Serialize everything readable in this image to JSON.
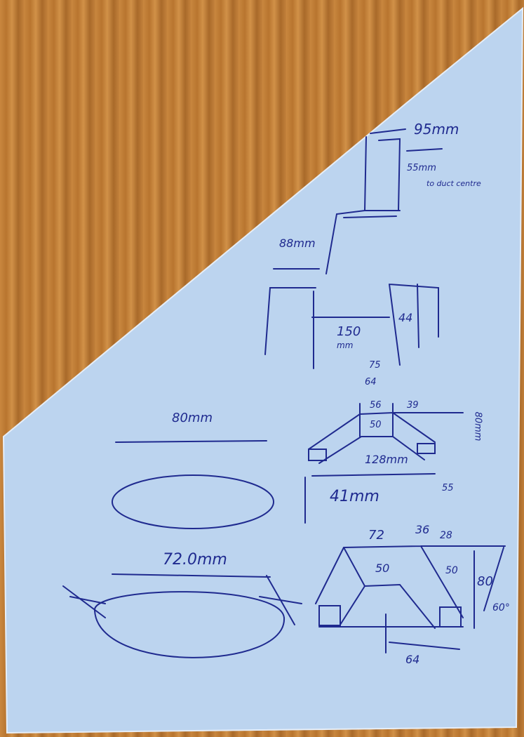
{
  "colors": {
    "paper": "#b9d3ee",
    "ink": "#1f2a8f",
    "wood": "#c3813b"
  },
  "top_sketch": {
    "width": "95mm",
    "offset": "55mm",
    "offset_note": "to duct centre",
    "step": "88mm"
  },
  "middle_sketch": {
    "gap": "150",
    "gap_unit": "mm",
    "depth": "44",
    "d1": "75",
    "d2": "64"
  },
  "oval_sketch": {
    "length": "80mm"
  },
  "trapezoid_sketch": {
    "top": "56",
    "side": "39",
    "inner": "50",
    "height": "80mm",
    "base": "128mm",
    "extra": "55",
    "drop": "41mm"
  },
  "lower_oval": {
    "length": "72.0mm"
  },
  "lower_trapezoid": {
    "top": "72",
    "side": "36",
    "offset": "28",
    "inner": "50",
    "h1": "50",
    "h2": "80",
    "angle": "60°",
    "base": "64"
  }
}
